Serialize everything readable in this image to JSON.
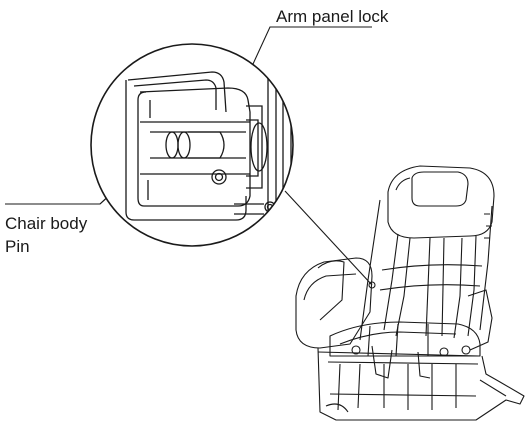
{
  "labels": {
    "arm_panel_lock": "Arm panel lock",
    "chair_body": "Chair body",
    "pin": "Pin"
  },
  "icons": {
    "detail_view": "magnified-circle-detail",
    "chair": "massage-chair-illustration"
  },
  "colors": {
    "line": "#1a1a1a",
    "background": "#ffffff"
  }
}
